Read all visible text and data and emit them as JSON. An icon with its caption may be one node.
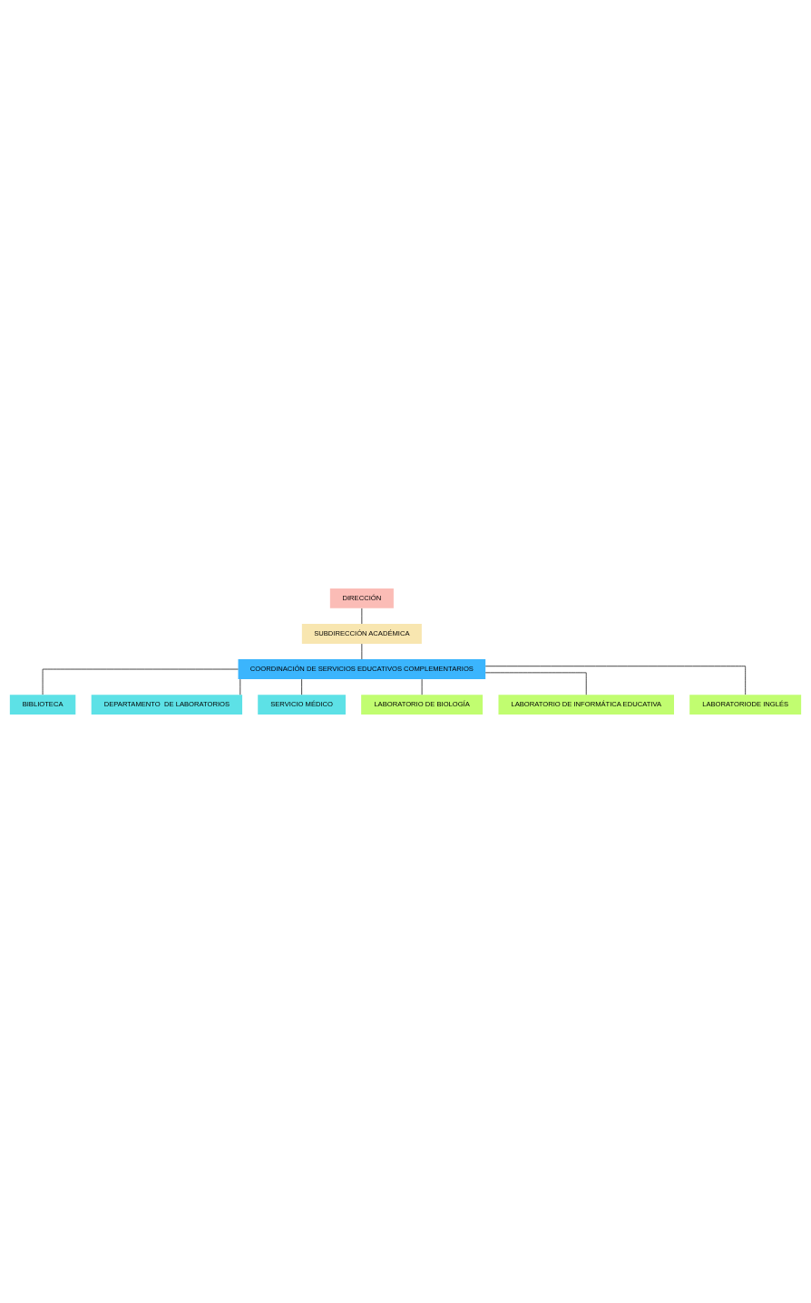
{
  "diagram": {
    "nodes": [
      {
        "text": [
          "DIRECCIÓN"
        ]
      },
      {
        "text": [
          "SUBDIRECCIÓN ACADÉMICA"
        ]
      },
      {
        "text": [
          "COORDINACIÓN DE SERVICIOS EDUCATIVOS COMPLEMENTARIOS"
        ]
      },
      {
        "text": [
          "BIBLIOTECA"
        ]
      },
      {
        "text": [
          "DEPARTAMENTO  DE LABORATORIOS"
        ]
      },
      {
        "text": [
          "SERVICIO MÉDICO"
        ]
      },
      {
        "text": [
          "LABORATORIO DE BIOLOGÍA"
        ]
      },
      {
        "text": [
          "LABORATORIO DE INFORMÁTICA EDUCATIVA"
        ]
      },
      {
        "text": [
          "LABORATORIODE INGLÉS"
        ]
      }
    ],
    "edges": [
      {
        "from": 0,
        "to": 1,
        "arrow": "none"
      },
      {
        "from": 1,
        "to": 2,
        "arrow": "none"
      },
      {
        "from": 2,
        "to": 3,
        "arrow": "none"
      },
      {
        "from": 2,
        "to": 4,
        "arrow": "none"
      },
      {
        "from": 2,
        "to": 5,
        "arrow": "none"
      },
      {
        "from": 2,
        "to": 6,
        "arrow": "none"
      },
      {
        "from": 2,
        "to": 7,
        "arrow": "none"
      },
      {
        "from": 2,
        "to": 8,
        "arrow": "none"
      }
    ]
  }
}
